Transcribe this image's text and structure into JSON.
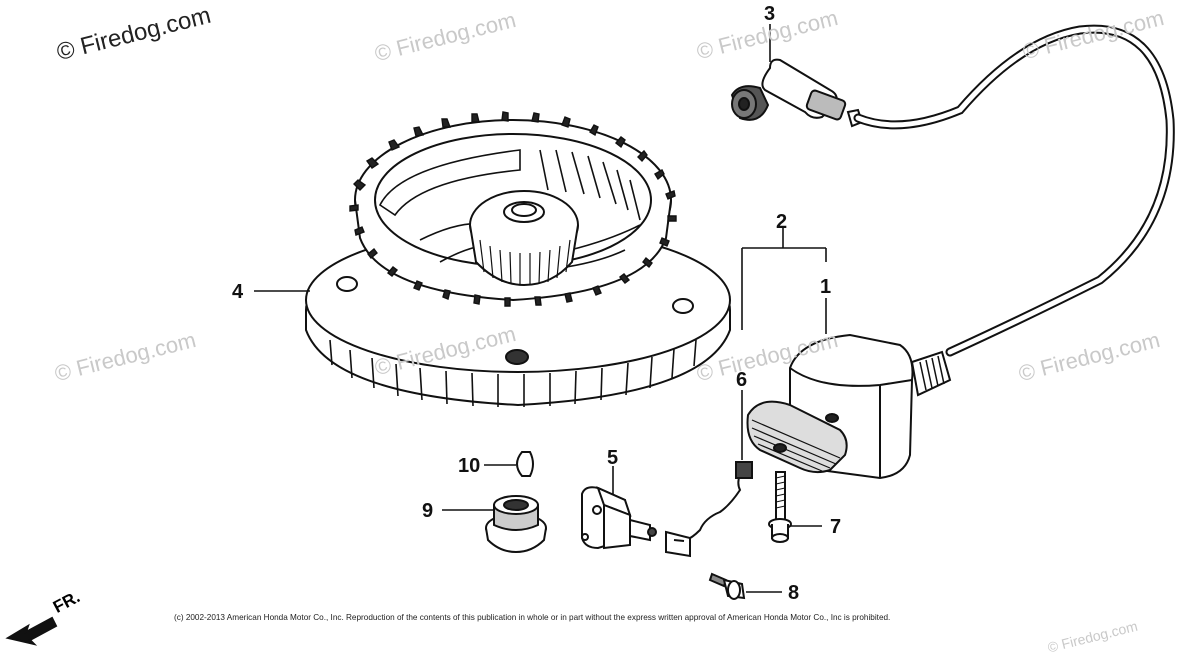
{
  "watermarks": [
    "© Firedog.com",
    "© Firedog.com",
    "© Firedog.com",
    "© Firedog.com",
    "© Firedog.com",
    "© Firedog.com",
    "© Firedog.com",
    "© Firedog.com",
    "© Firedog.com"
  ],
  "parts": [
    {
      "num": "1",
      "icon": "ignition-coil"
    },
    {
      "num": "2",
      "icon": "coil-assembly-bracket"
    },
    {
      "num": "3",
      "icon": "spark-plug-cap"
    },
    {
      "num": "4",
      "icon": "flywheel"
    },
    {
      "num": "5",
      "icon": "stop-switch"
    },
    {
      "num": "6",
      "icon": "wire-lead"
    },
    {
      "num": "7",
      "icon": "flange-bolt"
    },
    {
      "num": "8",
      "icon": "flange-bolt-short"
    },
    {
      "num": "9",
      "icon": "flange-nut"
    },
    {
      "num": "10",
      "icon": "woodruff-key"
    }
  ],
  "direction_label": "FR.",
  "copyright": "(c) 2002-2013 American Honda Motor Co., Inc. Reproduction of the contents of this publication in whole or in part without the express written approval of American Honda Motor Co., Inc is prohibited."
}
